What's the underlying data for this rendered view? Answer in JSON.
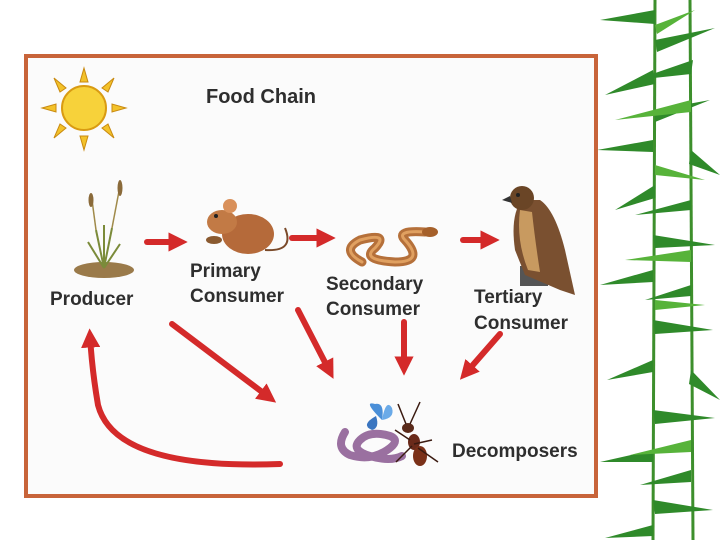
{
  "diagram": {
    "title": "Food Chain",
    "nodes": {
      "producer": "Producer",
      "primary_line1": "Primary",
      "primary_line2": "Consumer",
      "secondary_line1": "Secondary",
      "secondary_line2": "Consumer",
      "tertiary_line1": "Tertiary",
      "tertiary_line2": "Consumer",
      "decomposers": "Decomposers"
    },
    "colors": {
      "frame": "#c8643a",
      "arrow": "#d42a2a",
      "bamboo": "#2f8a2a"
    },
    "icons": [
      "sun-icon",
      "grass-icon",
      "mouse-icon",
      "snake-icon",
      "hawk-icon",
      "worm-icon",
      "butterfly-icon",
      "ant-icon"
    ]
  }
}
